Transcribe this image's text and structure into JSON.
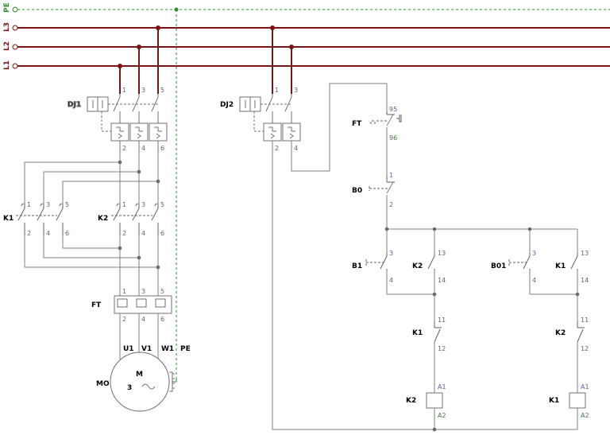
{
  "colors": {
    "power_line": "#7b1416",
    "pe_line": "#2e8b2e",
    "wire": "#808080",
    "contact": "#606060",
    "device": "#707070",
    "upper_terminal": "#6a5c93",
    "lower_terminal": "#4a7a48",
    "junction": "#6a6a6a"
  },
  "buses": {
    "pe": "PE",
    "l3": "L3",
    "l2": "L2",
    "l1": "L1"
  },
  "devices": {
    "dj1": "DJ1",
    "dj2": "DJ2",
    "k1_main": "K1",
    "k2_main": "K2",
    "ft_main": "FT",
    "ft_aux": "FT",
    "b0": "B0",
    "b1": "B1",
    "k2_hold": "K2",
    "b01": "B01",
    "k1_hold": "K1",
    "k1_interlock": "K1",
    "k2_interlock": "K2",
    "k2_coil": "K2",
    "k1_coil": "K1",
    "motor": "MO"
  },
  "terminals": {
    "n1": "1",
    "n2": "2",
    "n3": "3",
    "n4": "4",
    "n5": "5",
    "n6": "6",
    "n11": "11",
    "n12": "12",
    "n13": "13",
    "n14": "14",
    "n95": "95",
    "n96": "96",
    "a1": "A1",
    "a2": "A2"
  },
  "motor": {
    "u1": "U1",
    "v1": "V1",
    "w1": "W1",
    "pe": "PE",
    "letter": "M",
    "phases": "3",
    "ac_symbol": "~"
  }
}
